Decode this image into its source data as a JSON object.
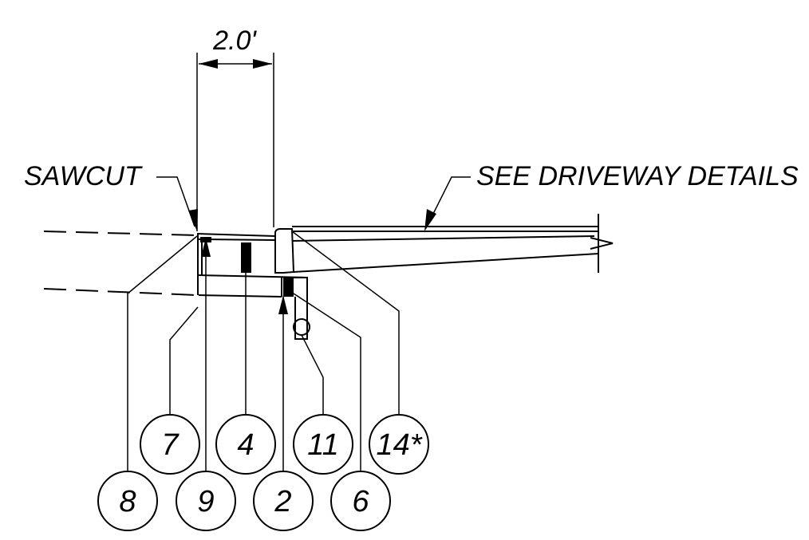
{
  "dimension": {
    "label": "2.0'"
  },
  "notes": {
    "sawcut": "SAWCUT",
    "driveway": "SEE DRIVEWAY DETAILS"
  },
  "callouts": [
    {
      "id": "7",
      "label": "7"
    },
    {
      "id": "4",
      "label": "4"
    },
    {
      "id": "11",
      "label": "11"
    },
    {
      "id": "14",
      "label": "14*"
    },
    {
      "id": "8",
      "label": "8"
    },
    {
      "id": "9",
      "label": "9"
    },
    {
      "id": "2",
      "label": "2"
    },
    {
      "id": "6",
      "label": "6"
    }
  ]
}
